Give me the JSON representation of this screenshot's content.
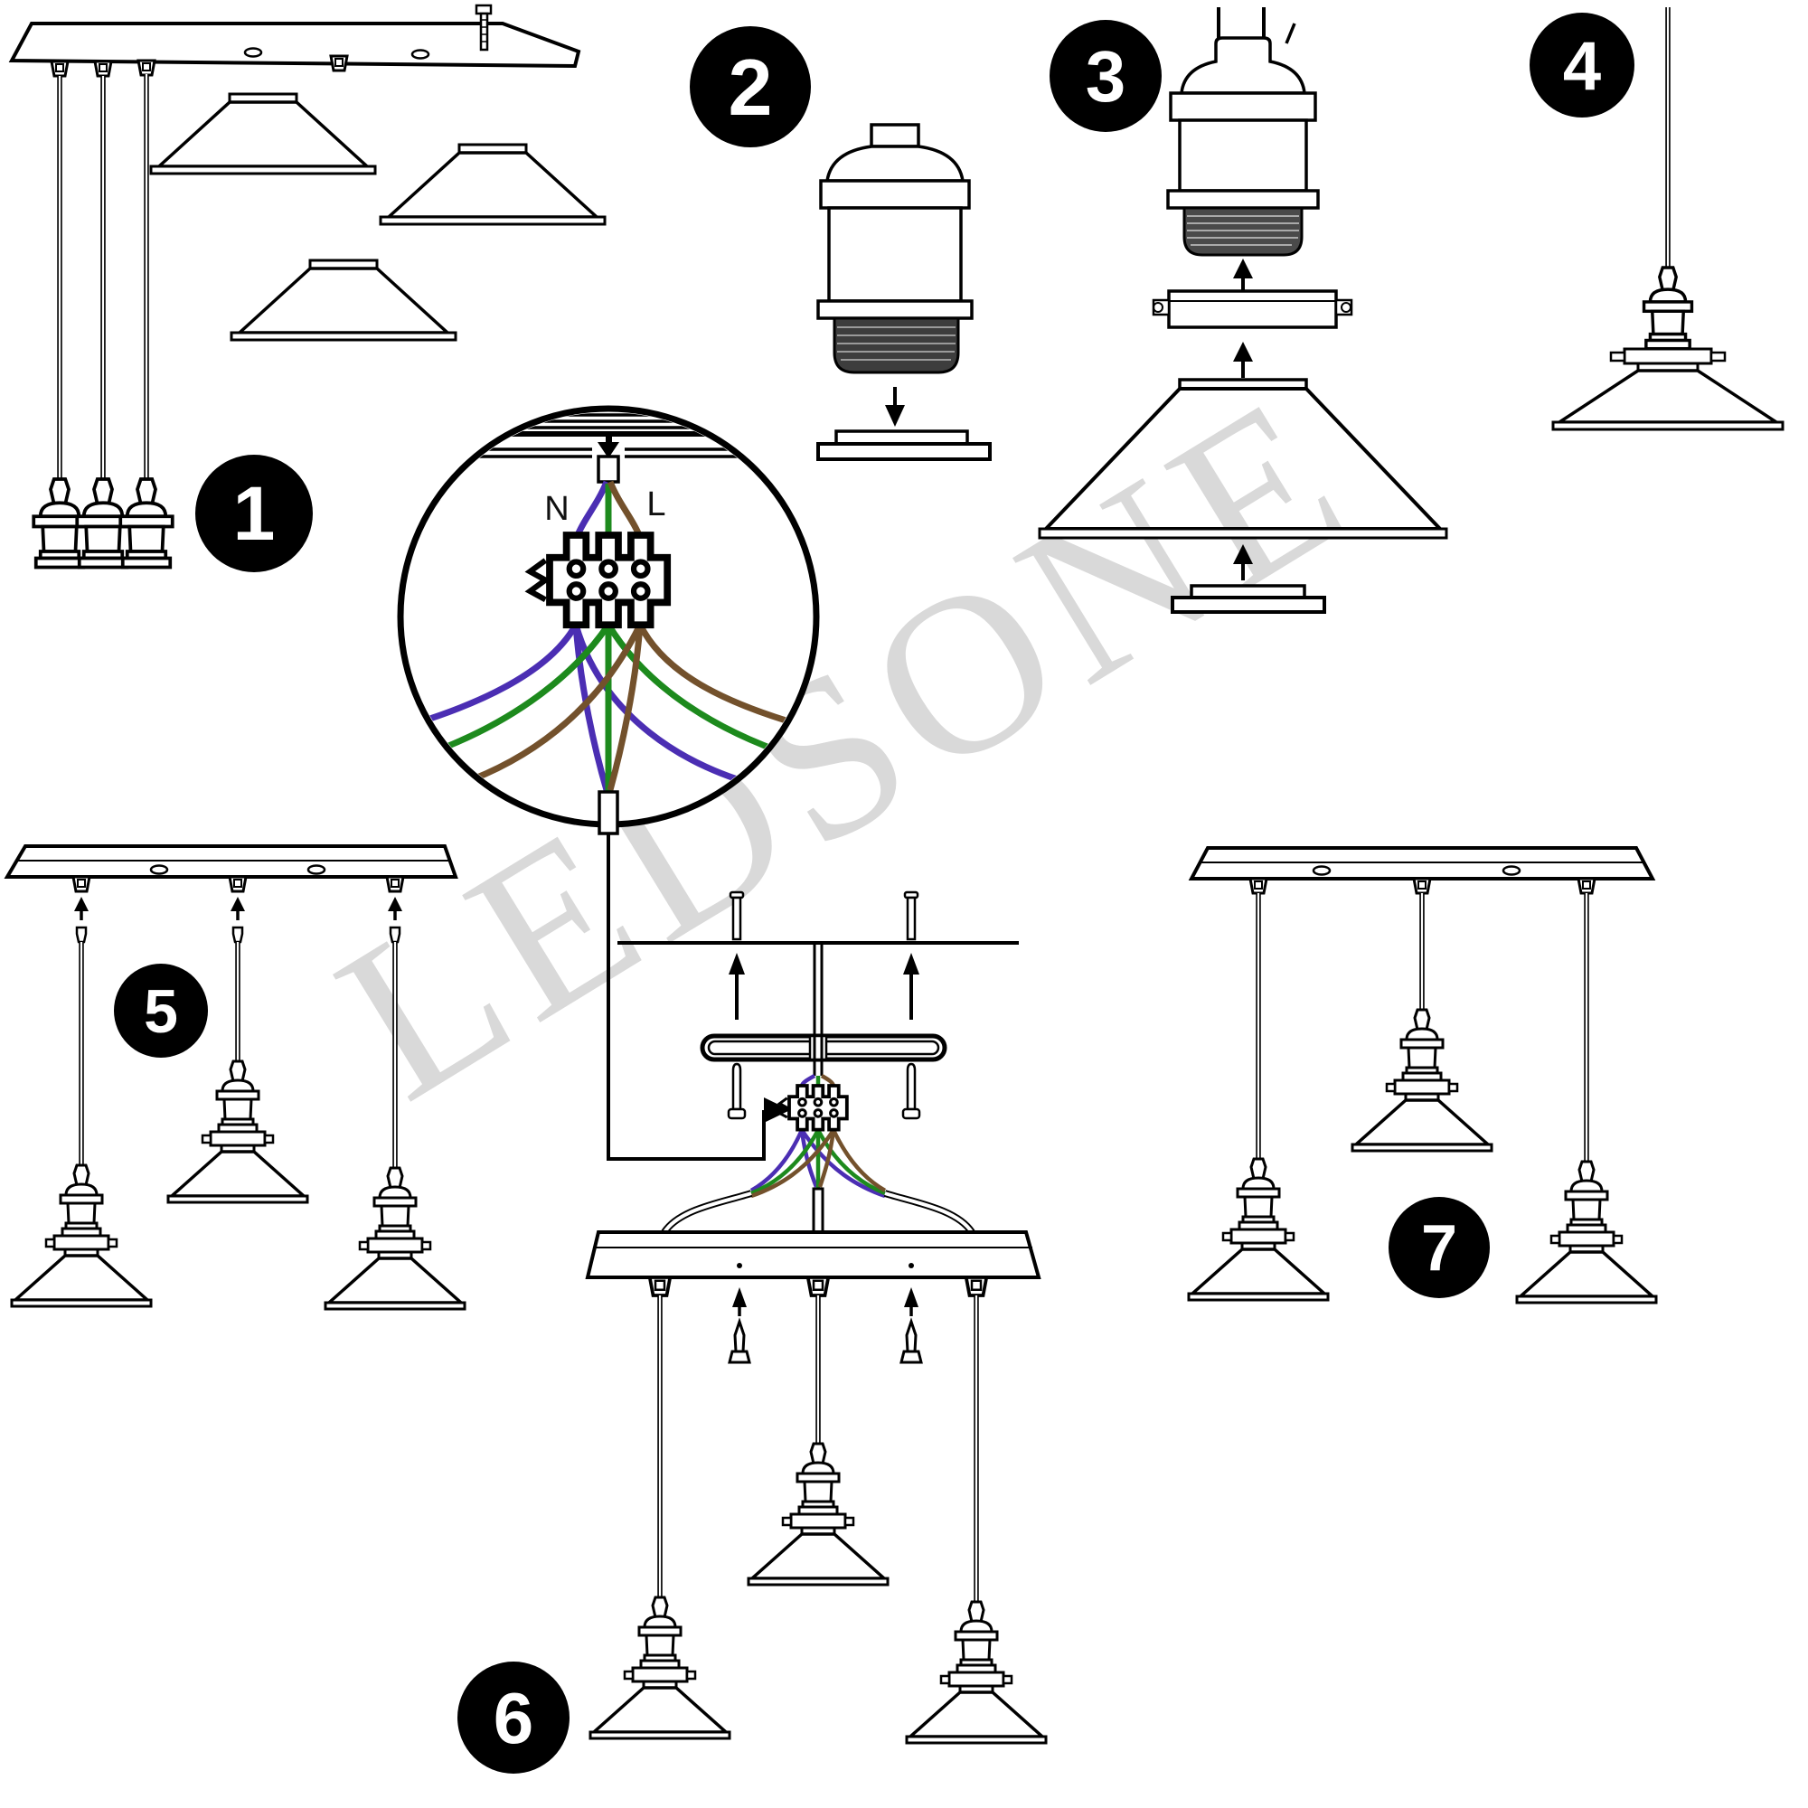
{
  "watermark_text": "LEDSONE",
  "wiring": {
    "neutral_label": "N",
    "live_label": "L",
    "neutral_wire_color": "#4b2eb3",
    "earth_wire_color": "#1d8a1d",
    "live_wire_color": "#73512c"
  },
  "badge_colors": {
    "background": "#000000",
    "digit": "#ffffff"
  },
  "line_color": "#000000",
  "steps": [
    {
      "label": "1"
    },
    {
      "label": "2"
    },
    {
      "label": "3"
    },
    {
      "label": "4"
    },
    {
      "label": "5"
    },
    {
      "label": "6"
    },
    {
      "label": "7"
    }
  ]
}
